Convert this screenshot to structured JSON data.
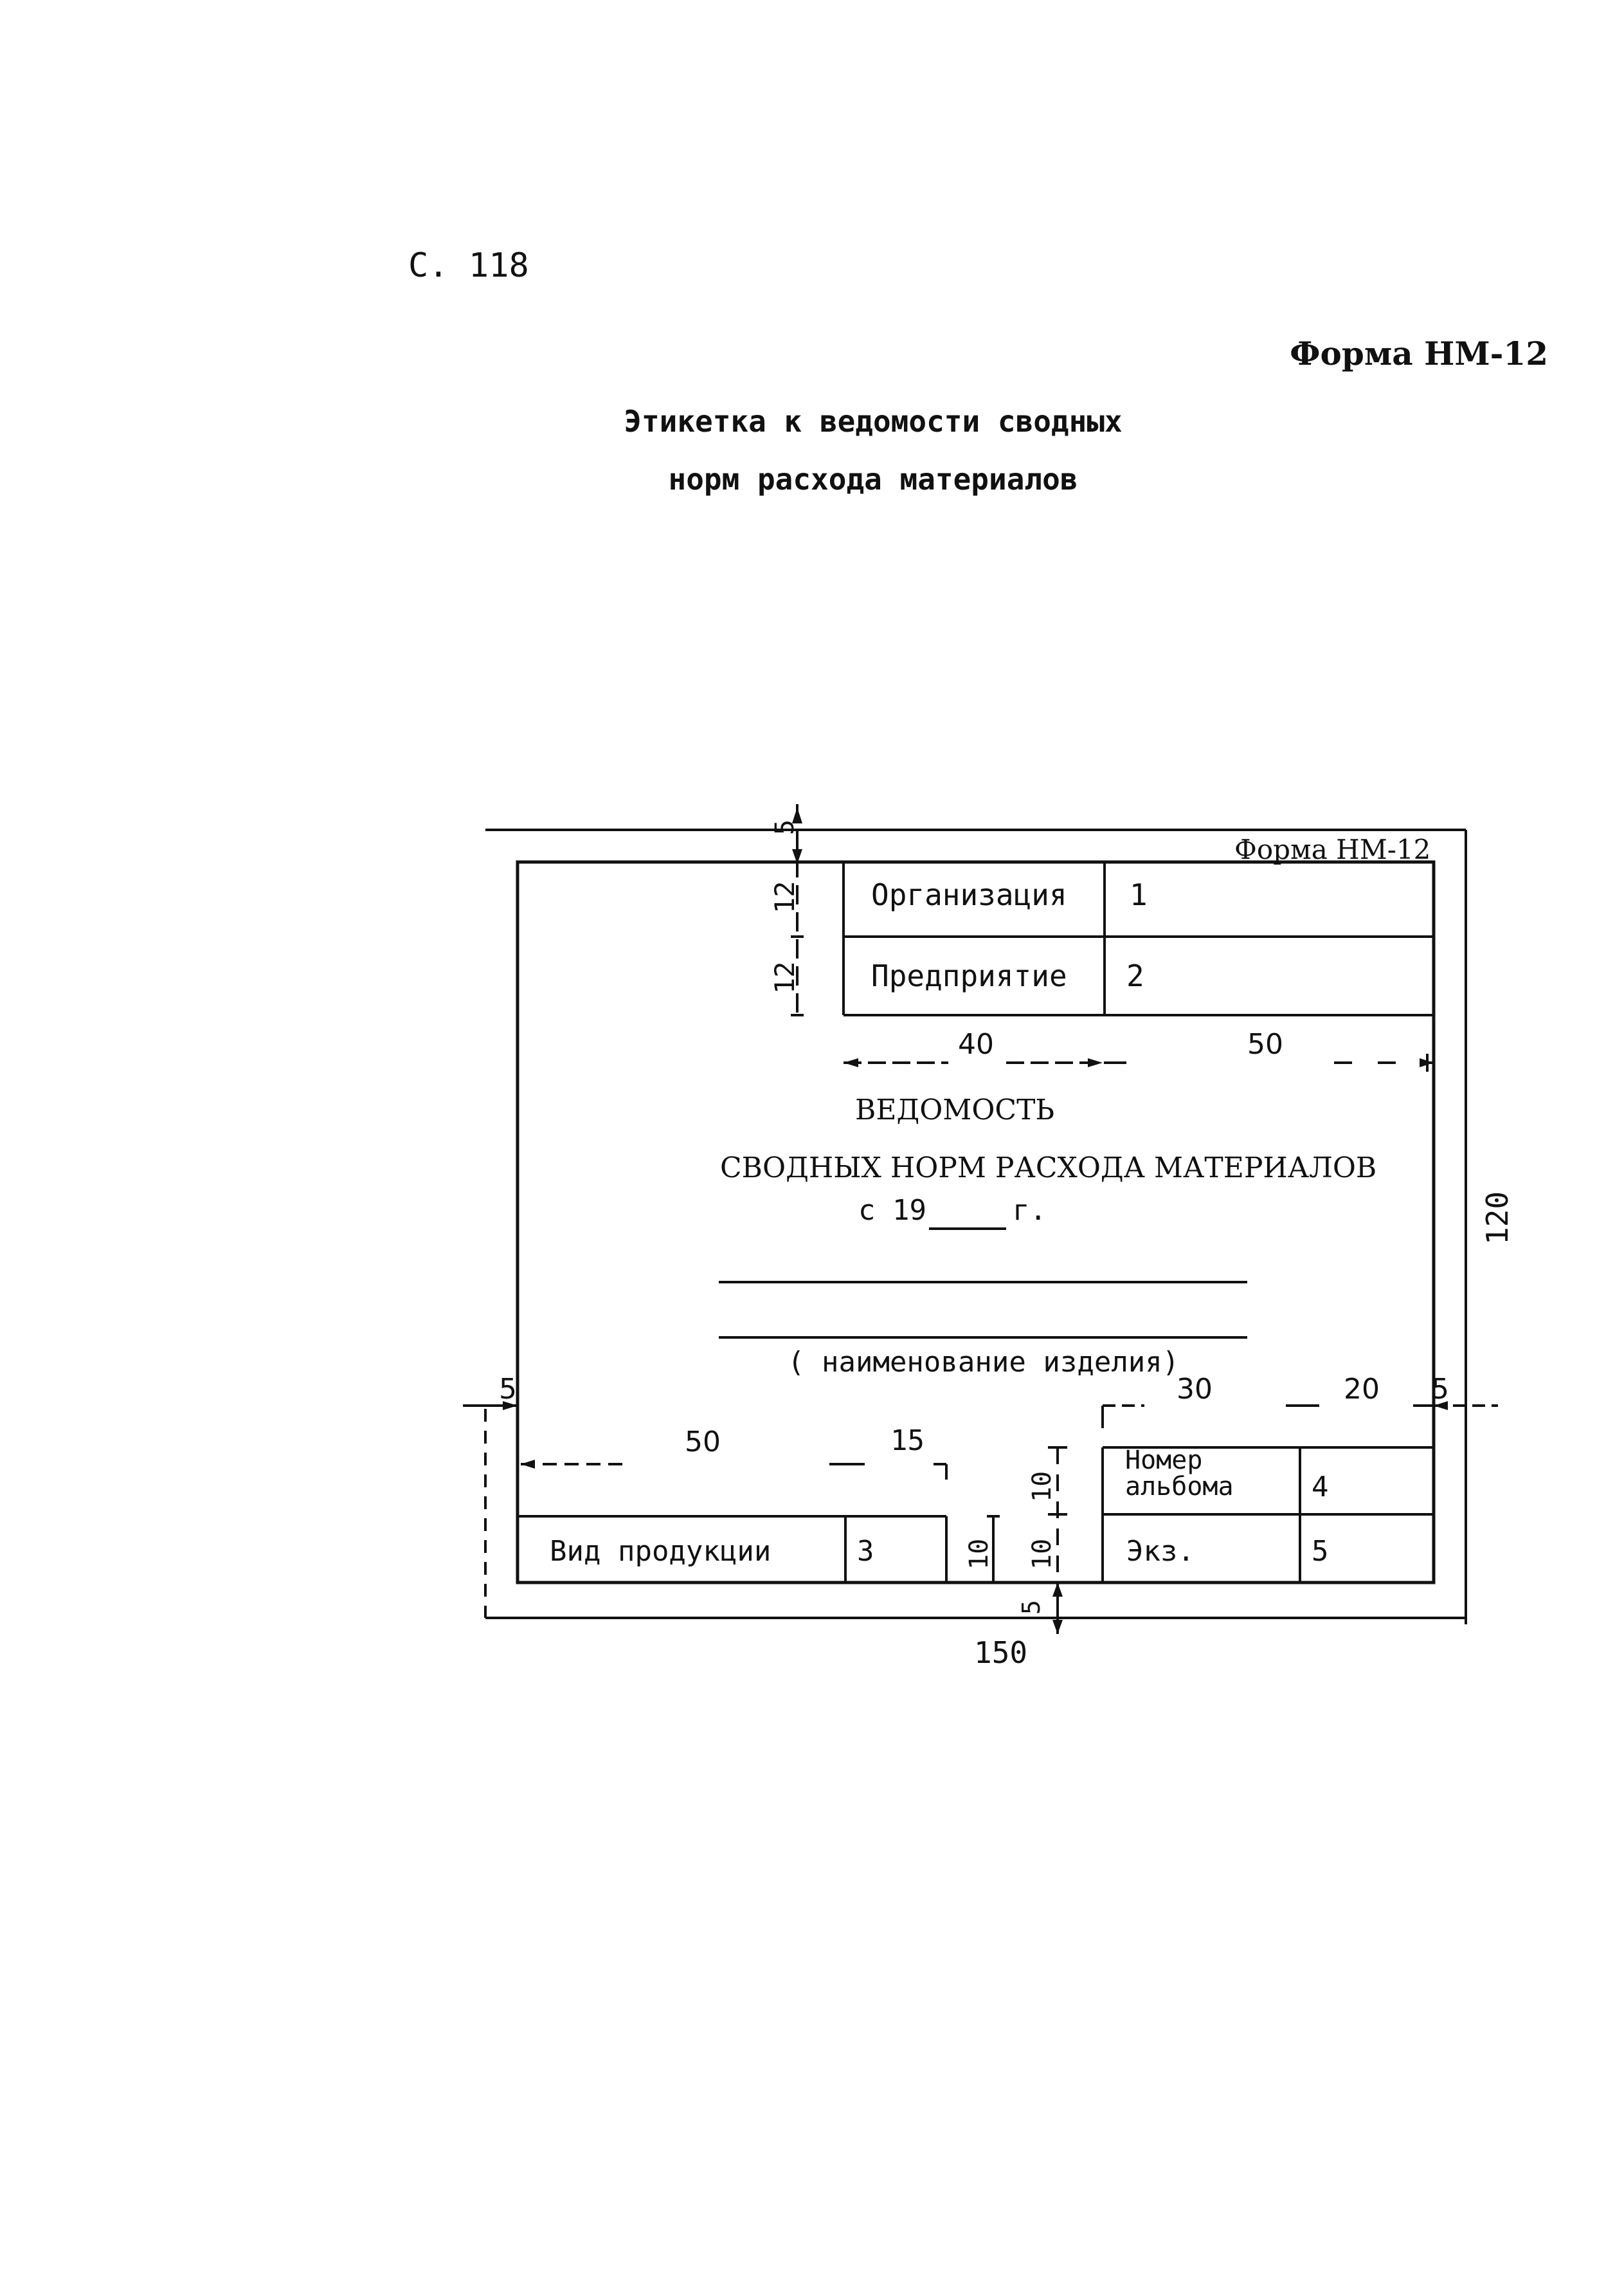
{
  "page": {
    "page_number": "С. 118",
    "form_label": "Форма НМ-12",
    "title_line1": "Этикетка к ведомости сводных",
    "title_line2": "норм расхода материалов"
  },
  "label": {
    "form_label": "Форма НМ-12",
    "organization_label": "Организация",
    "organization_value": "1",
    "enterprise_label": "Предприятие",
    "enterprise_value": "2",
    "doc_title_line1": "ВЕДОМОСТЬ",
    "doc_title_line2": "СВОДНЫХ НОРМ РАСХОДА МАТЕРИАЛОВ",
    "date_prefix": "с 19",
    "date_suffix": "г.",
    "product_caption": "( наименование изделия)",
    "product_type_label": "Вид продукции",
    "product_type_value": "3",
    "album_label_line1": "Номер",
    "album_label_line2": "альбома",
    "album_value": "4",
    "copy_label": "Экз.",
    "copy_value": "5"
  },
  "dimensions": {
    "top_margin": "5",
    "row_height_1": "12",
    "row_height_2": "12",
    "col_width_40": "40",
    "col_width_50": "50",
    "total_height": "120",
    "left_margin": "5",
    "right_margin": "5",
    "col_width_30": "30",
    "col_width_20": "20",
    "bottom_col_50": "50",
    "bottom_col_15": "15",
    "bottom_row_10a": "10",
    "bottom_row_10b": "10",
    "bottom_row_10c": "10",
    "bottom_margin": "5",
    "total_width": "150"
  }
}
